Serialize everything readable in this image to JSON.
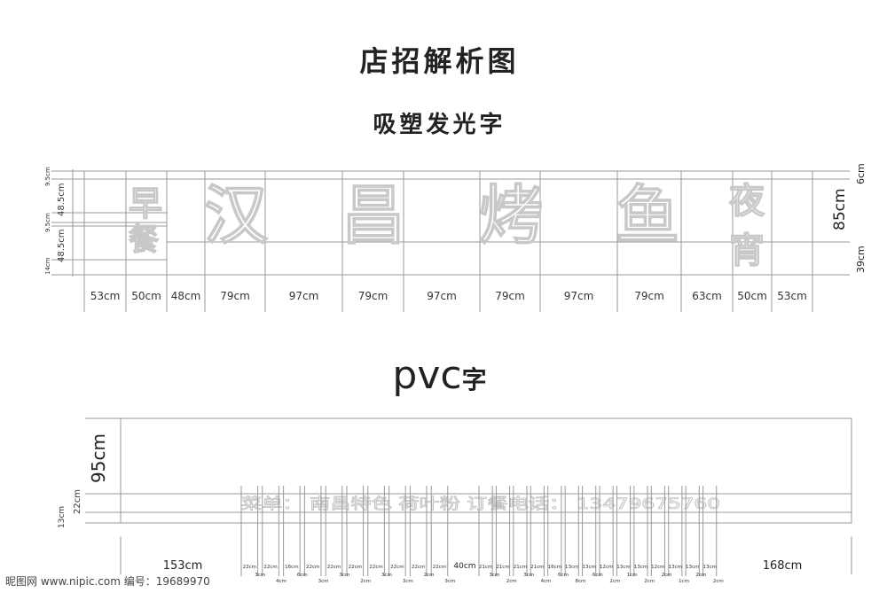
{
  "title": "店招解析图",
  "section1": {
    "subtitle": "吸塑发光字",
    "characters": [
      "早餐",
      "汉",
      "昌",
      "烤",
      "鱼",
      "夜宵"
    ],
    "left_dims": [
      "9.5cm",
      "48.5cm",
      "9.5cm",
      "48.5cm",
      "14cm"
    ],
    "right_dims": {
      "top": "6cm",
      "height": "85cm",
      "bottom": "39cm"
    },
    "widths": [
      "53cm",
      "50cm",
      "48cm",
      "79cm",
      "97cm",
      "79cm",
      "97cm",
      "79cm",
      "97cm",
      "79cm",
      "63cm",
      "50cm",
      "53cm"
    ]
  },
  "section2": {
    "title_latin": "pvc",
    "title_cn": "字",
    "height": "95cm",
    "text_height": "22cm",
    "bottom_height": "13cm",
    "left_width": "153cm",
    "right_width": "168cm",
    "middle_gap": "40cm",
    "text_line": "菜单：  南昌特色 荷叶粉  订餐电话：  13479675760",
    "group1_char_widths": [
      "22cm",
      "22cm",
      "16cm",
      "22cm",
      "22cm",
      "22cm",
      "22cm",
      "22cm",
      "22cm",
      "22cm"
    ],
    "group1_gap_widths": [
      "3cm",
      "4cm",
      "6cm",
      "3cm",
      "3cm",
      "2cm",
      "3cm",
      "3cm",
      "2cm",
      "3cm"
    ],
    "group2_char_widths": [
      "21cm",
      "21cm",
      "21cm",
      "21cm",
      "16cm",
      "13cm",
      "13cm",
      "12cm",
      "13cm",
      "13cm",
      "12cm",
      "13cm",
      "13cm",
      "13cm"
    ],
    "group2_gap_widths": [
      "3cm",
      "2cm",
      "3cm",
      "4cm",
      "6cm",
      "8cm",
      "6cm",
      "2cm",
      "1cm",
      "2cm",
      "2cm",
      "1cm",
      "2cm",
      "2cm"
    ]
  },
  "watermark": "昵图网 www.nipic.com  编号：19689970"
}
